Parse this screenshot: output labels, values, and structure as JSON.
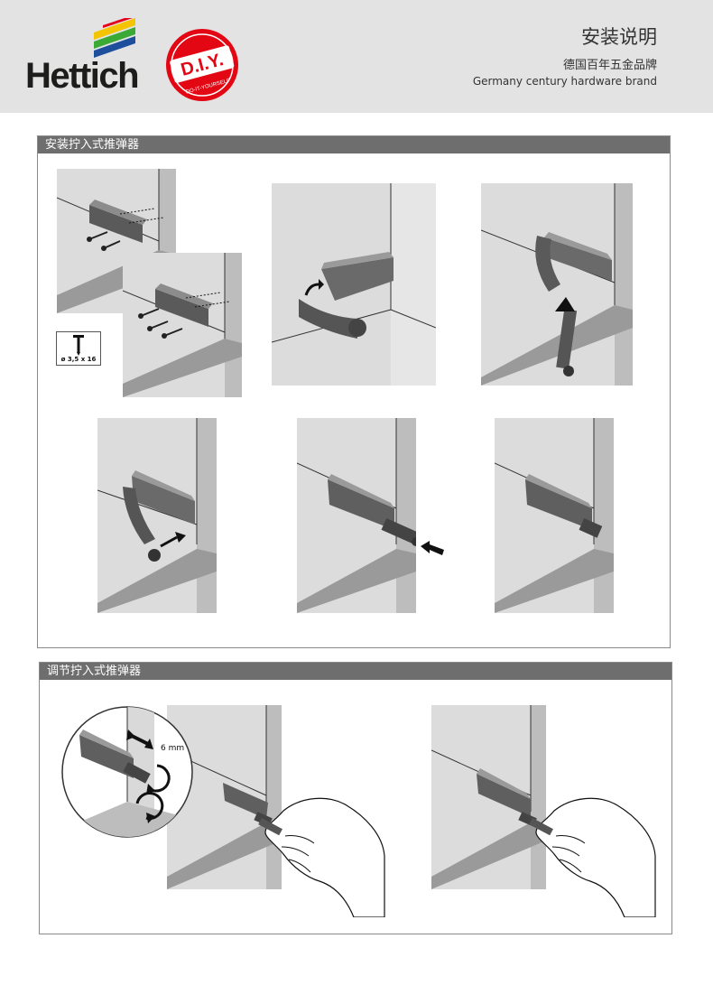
{
  "header": {
    "brand_name": "Hettich",
    "diy_badge": "D.I.Y.",
    "diy_tagline": "DO-IT-YOURSELF",
    "title": "安装说明",
    "subtitle_cn": "德国百年五金品牌",
    "subtitle_en": "Germany century hardware brand",
    "colors": {
      "stripe_blue": "#1d4f9c",
      "stripe_green": "#3aa935",
      "stripe_yellow": "#f4c400",
      "stripe_red": "#e3001b",
      "badge_red": "#e30613"
    }
  },
  "sections": [
    {
      "title": "安装拧入式推弹器",
      "steps": 6
    },
    {
      "title": "调节拧入式推弹器",
      "steps": 2
    }
  ],
  "screw_spec": "ø 3,5 x 16",
  "adjust_distance": "6 mm"
}
